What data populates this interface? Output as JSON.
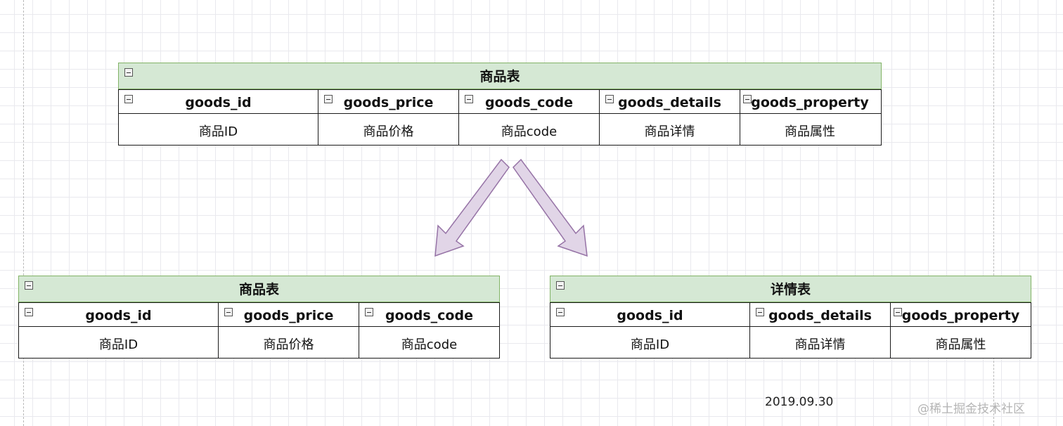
{
  "top_table": {
    "title": "商品表",
    "columns": [
      "goods_id",
      "goods_price",
      "goods_code",
      "goods_details",
      "goods_property"
    ],
    "values": [
      "商品ID",
      "商品价格",
      "商品code",
      "商品详情",
      "商品属性"
    ]
  },
  "left_table": {
    "title": "商品表",
    "columns": [
      "goods_id",
      "goods_price",
      "goods_code"
    ],
    "values": [
      "商品ID",
      "商品价格",
      "商品code"
    ]
  },
  "right_table": {
    "title": "详情表",
    "columns": [
      "goods_id",
      "goods_details",
      "goods_property"
    ],
    "values": [
      "商品ID",
      "商品详情",
      "商品属性"
    ]
  },
  "date_label": "2019.09.30",
  "watermark": "@稀土掘金技术社区",
  "colors": {
    "header_fill": "#d5e8d4",
    "header_border": "#82b366",
    "arrow_fill": "#e1d5e7",
    "arrow_stroke": "#9673a6"
  },
  "icons": {
    "collapse": "collapse-minus-icon"
  }
}
